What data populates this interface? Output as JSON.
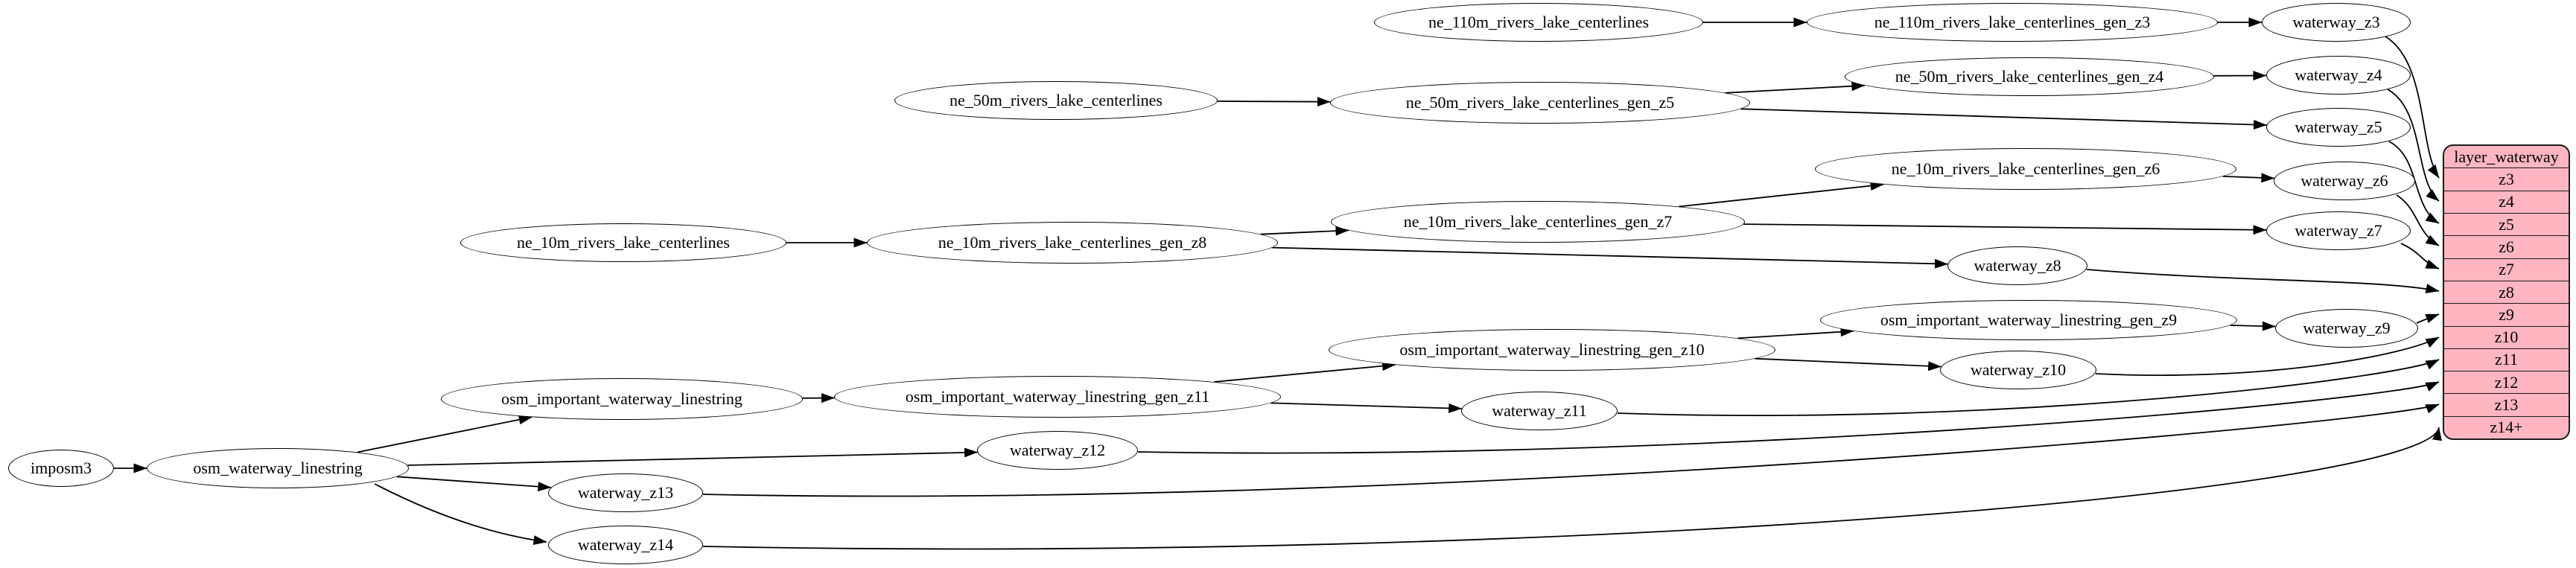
{
  "diagram": {
    "type": "etl-dependency-graph",
    "nodes": [
      {
        "id": "imposm3",
        "label": "imposm3"
      },
      {
        "id": "osm_waterway_linestring",
        "label": "osm_waterway_linestring"
      },
      {
        "id": "osm_important_waterway_linestring",
        "label": "osm_important_waterway_linestring"
      },
      {
        "id": "osm_important_waterway_linestring_gen_z11",
        "label": "osm_important_waterway_linestring_gen_z11"
      },
      {
        "id": "osm_important_waterway_linestring_gen_z10",
        "label": "osm_important_waterway_linestring_gen_z10"
      },
      {
        "id": "osm_important_waterway_linestring_gen_z9",
        "label": "osm_important_waterway_linestring_gen_z9"
      },
      {
        "id": "ne_10m_rivers_lake_centerlines",
        "label": "ne_10m_rivers_lake_centerlines"
      },
      {
        "id": "ne_10m_rivers_lake_centerlines_gen_z8",
        "label": "ne_10m_rivers_lake_centerlines_gen_z8"
      },
      {
        "id": "ne_10m_rivers_lake_centerlines_gen_z7",
        "label": "ne_10m_rivers_lake_centerlines_gen_z7"
      },
      {
        "id": "ne_10m_rivers_lake_centerlines_gen_z6",
        "label": "ne_10m_rivers_lake_centerlines_gen_z6"
      },
      {
        "id": "ne_50m_rivers_lake_centerlines",
        "label": "ne_50m_rivers_lake_centerlines"
      },
      {
        "id": "ne_50m_rivers_lake_centerlines_gen_z5",
        "label": "ne_50m_rivers_lake_centerlines_gen_z5"
      },
      {
        "id": "ne_50m_rivers_lake_centerlines_gen_z4",
        "label": "ne_50m_rivers_lake_centerlines_gen_z4"
      },
      {
        "id": "ne_110m_rivers_lake_centerlines",
        "label": "ne_110m_rivers_lake_centerlines"
      },
      {
        "id": "ne_110m_rivers_lake_centerlines_gen_z3",
        "label": "ne_110m_rivers_lake_centerlines_gen_z3"
      },
      {
        "id": "waterway_z3",
        "label": "waterway_z3"
      },
      {
        "id": "waterway_z4",
        "label": "waterway_z4"
      },
      {
        "id": "waterway_z5",
        "label": "waterway_z5"
      },
      {
        "id": "waterway_z6",
        "label": "waterway_z6"
      },
      {
        "id": "waterway_z7",
        "label": "waterway_z7"
      },
      {
        "id": "waterway_z8",
        "label": "waterway_z8"
      },
      {
        "id": "waterway_z9",
        "label": "waterway_z9"
      },
      {
        "id": "waterway_z10",
        "label": "waterway_z10"
      },
      {
        "id": "waterway_z11",
        "label": "waterway_z11"
      },
      {
        "id": "waterway_z12",
        "label": "waterway_z12"
      },
      {
        "id": "waterway_z13",
        "label": "waterway_z13"
      },
      {
        "id": "waterway_z14",
        "label": "waterway_z14"
      }
    ],
    "table": {
      "id": "layer_waterway",
      "title": "layer_waterway",
      "rows": [
        "z3",
        "z4",
        "z5",
        "z6",
        "z7",
        "z8",
        "z9",
        "z10",
        "z11",
        "z12",
        "z13",
        "z14+"
      ]
    },
    "edges": [
      {
        "from": "imposm3",
        "to": "osm_waterway_linestring"
      },
      {
        "from": "osm_waterway_linestring",
        "to": "osm_important_waterway_linestring"
      },
      {
        "from": "osm_waterway_linestring",
        "to": "waterway_z12"
      },
      {
        "from": "osm_waterway_linestring",
        "to": "waterway_z13"
      },
      {
        "from": "osm_waterway_linestring",
        "to": "waterway_z14"
      },
      {
        "from": "osm_important_waterway_linestring",
        "to": "osm_important_waterway_linestring_gen_z11"
      },
      {
        "from": "osm_important_waterway_linestring_gen_z11",
        "to": "osm_important_waterway_linestring_gen_z10"
      },
      {
        "from": "osm_important_waterway_linestring_gen_z11",
        "to": "waterway_z11"
      },
      {
        "from": "osm_important_waterway_linestring_gen_z10",
        "to": "osm_important_waterway_linestring_gen_z9"
      },
      {
        "from": "osm_important_waterway_linestring_gen_z10",
        "to": "waterway_z10"
      },
      {
        "from": "osm_important_waterway_linestring_gen_z9",
        "to": "waterway_z9"
      },
      {
        "from": "ne_10m_rivers_lake_centerlines",
        "to": "ne_10m_rivers_lake_centerlines_gen_z8"
      },
      {
        "from": "ne_10m_rivers_lake_centerlines_gen_z8",
        "to": "ne_10m_rivers_lake_centerlines_gen_z7"
      },
      {
        "from": "ne_10m_rivers_lake_centerlines_gen_z8",
        "to": "waterway_z8"
      },
      {
        "from": "ne_10m_rivers_lake_centerlines_gen_z7",
        "to": "ne_10m_rivers_lake_centerlines_gen_z6"
      },
      {
        "from": "ne_10m_rivers_lake_centerlines_gen_z7",
        "to": "waterway_z7"
      },
      {
        "from": "ne_10m_rivers_lake_centerlines_gen_z6",
        "to": "waterway_z6"
      },
      {
        "from": "ne_50m_rivers_lake_centerlines",
        "to": "ne_50m_rivers_lake_centerlines_gen_z5"
      },
      {
        "from": "ne_50m_rivers_lake_centerlines_gen_z5",
        "to": "ne_50m_rivers_lake_centerlines_gen_z4"
      },
      {
        "from": "ne_50m_rivers_lake_centerlines_gen_z5",
        "to": "waterway_z5"
      },
      {
        "from": "ne_50m_rivers_lake_centerlines_gen_z4",
        "to": "waterway_z4"
      },
      {
        "from": "ne_110m_rivers_lake_centerlines",
        "to": "ne_110m_rivers_lake_centerlines_gen_z3"
      },
      {
        "from": "ne_110m_rivers_lake_centerlines_gen_z3",
        "to": "waterway_z3"
      },
      {
        "from": "waterway_z3",
        "to": "layer_waterway:z3"
      },
      {
        "from": "waterway_z4",
        "to": "layer_waterway:z4"
      },
      {
        "from": "waterway_z5",
        "to": "layer_waterway:z5"
      },
      {
        "from": "waterway_z6",
        "to": "layer_waterway:z6"
      },
      {
        "from": "waterway_z7",
        "to": "layer_waterway:z7"
      },
      {
        "from": "waterway_z8",
        "to": "layer_waterway:z8"
      },
      {
        "from": "waterway_z9",
        "to": "layer_waterway:z9"
      },
      {
        "from": "waterway_z10",
        "to": "layer_waterway:z10"
      },
      {
        "from": "waterway_z11",
        "to": "layer_waterway:z11"
      },
      {
        "from": "waterway_z12",
        "to": "layer_waterway:z12"
      },
      {
        "from": "waterway_z13",
        "to": "layer_waterway:z13"
      },
      {
        "from": "waterway_z14",
        "to": "layer_waterway:z14+"
      }
    ],
    "colors": {
      "node_fill": "#ffffff",
      "node_border": "#000000",
      "edge": "#000000",
      "table_fill": "#ffb6c1",
      "table_border": "#1a1a1a",
      "text": "#000000",
      "background": "#ffffff"
    }
  }
}
